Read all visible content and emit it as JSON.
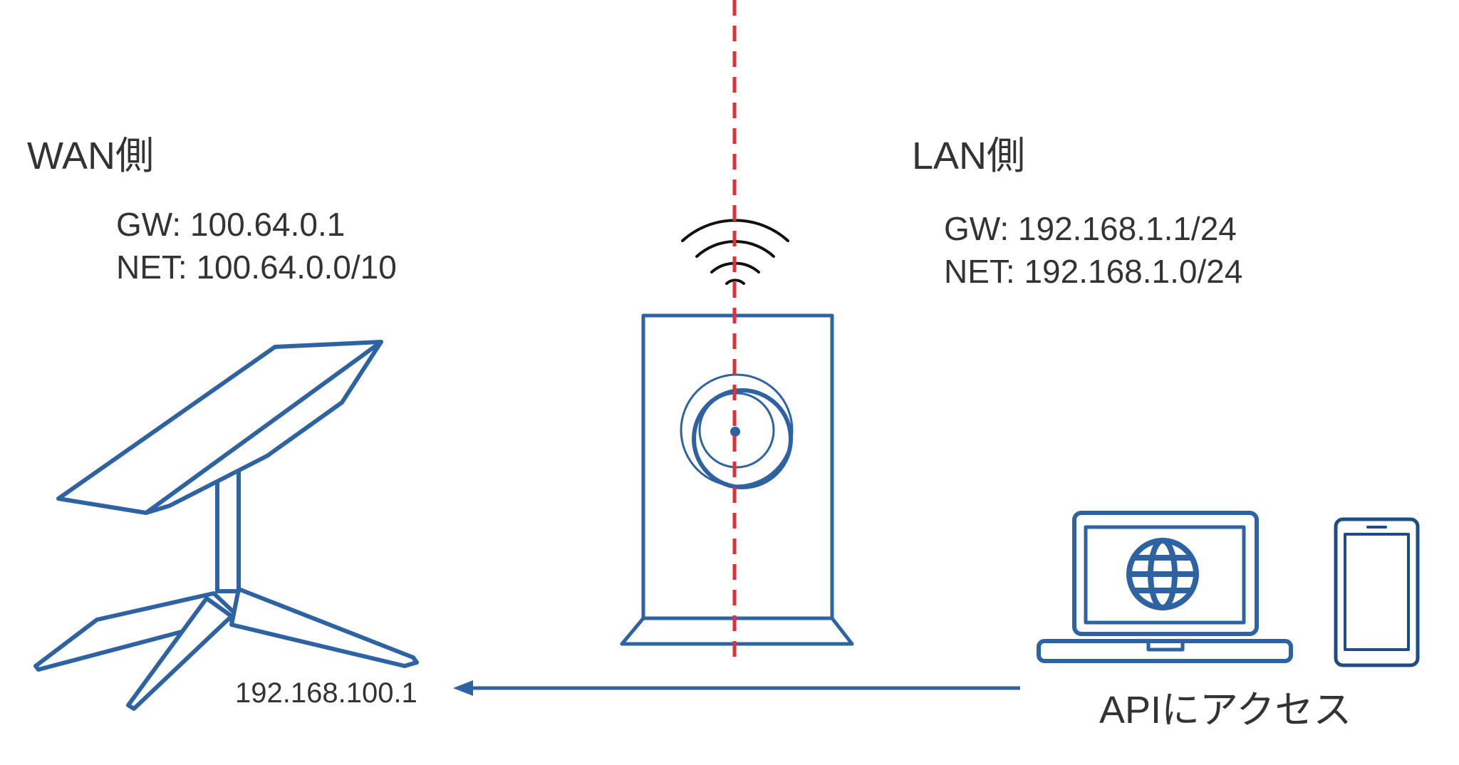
{
  "wan": {
    "heading": "WAN側",
    "gw": "GW: 100.64.0.1",
    "net": "NET: 100.64.0.0/10"
  },
  "lan": {
    "heading": "LAN側",
    "gw": "GW: 192.168.1.1/24",
    "net": "NET: 192.168.1.0/24"
  },
  "dish_ip": "192.168.100.1",
  "api_label": "APIにアクセス",
  "colors": {
    "device_stroke": "#2e63a3",
    "divider": "#e0303a",
    "wifi": "#111111",
    "text": "#333333"
  },
  "icons": [
    "satellite-dish-icon",
    "router-icon",
    "wifi-icon",
    "laptop-icon",
    "globe-icon",
    "smartphone-icon",
    "arrow-left-icon"
  ]
}
